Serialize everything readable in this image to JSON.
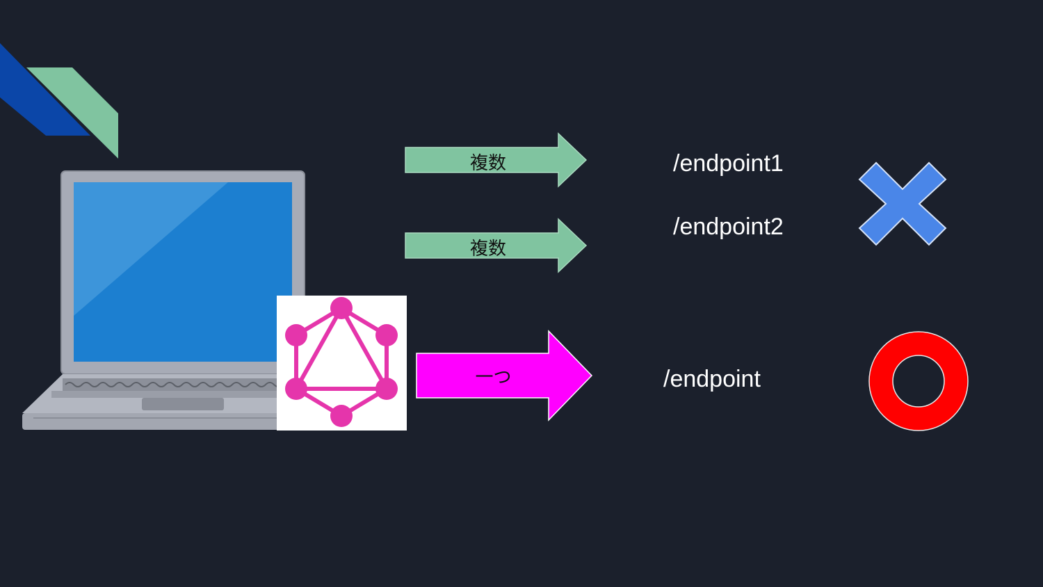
{
  "colors": {
    "background": "#1b202c",
    "deco_blue": "#0b46a8",
    "deco_green": "#80c4a0",
    "arrow_green": "#80c4a0",
    "arrow_magenta": "#ff00ff",
    "graphql_pink": "#e535ab",
    "cross_blue": "#4a86e8",
    "circle_red": "#ff0000"
  },
  "arrows": [
    {
      "label": "複数"
    },
    {
      "label": "複数"
    },
    {
      "label": "一つ"
    }
  ],
  "endpoints": {
    "multiple": [
      "/endpoint1",
      "/endpoint2"
    ],
    "single": "/endpoint"
  },
  "icons": {
    "laptop": "laptop-icon",
    "graphql": "graphql-logo-icon",
    "bad": "cross-mark-icon",
    "good": "circle-mark-icon"
  }
}
